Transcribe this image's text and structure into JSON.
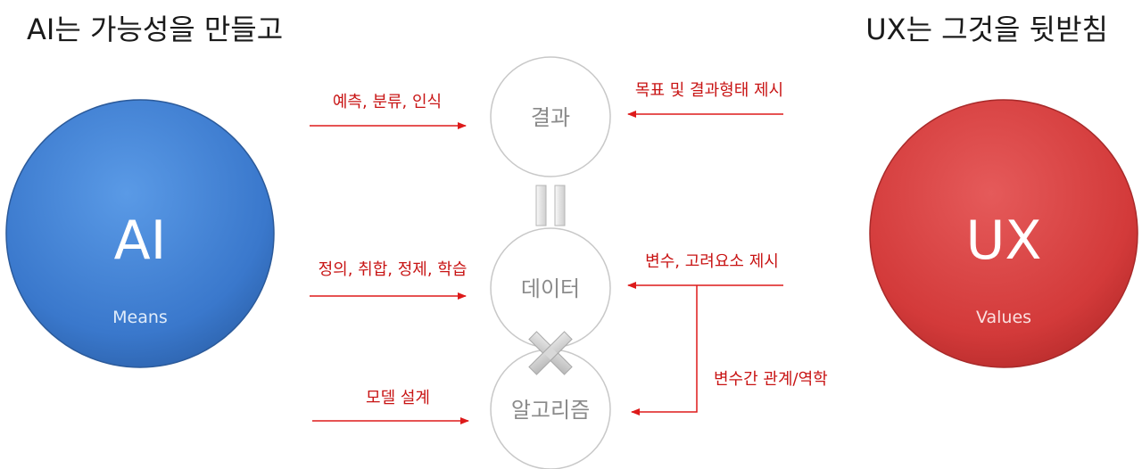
{
  "header": {
    "left_title": "AI는 가능성을 만들고",
    "right_title": "UX는 그것을 뒷받침"
  },
  "ai_circle": {
    "label": "AI",
    "sublabel": "Means",
    "color": "#3d7fd4"
  },
  "ux_circle": {
    "label": "UX",
    "sublabel": "Values",
    "color": "#d93d3d"
  },
  "center_nodes": {
    "result": "결과",
    "data": "데이터",
    "algorithm": "알고리즘"
  },
  "left_arrows": {
    "result": "예측, 분류, 인식",
    "data": "정의, 취합, 정제, 학습",
    "algorithm": "모델 설계"
  },
  "right_arrows": {
    "result": "목표 및 결과형태 제시",
    "data": "변수, 고려요소 제시",
    "algorithm": "변수간 관계/역학"
  },
  "colors": {
    "arrow": "#dd1a1a",
    "arrow_text": "#c81414",
    "node_border": "#c8c8c8",
    "node_text": "#8a8a8a",
    "title_text": "#1a1a1a"
  }
}
